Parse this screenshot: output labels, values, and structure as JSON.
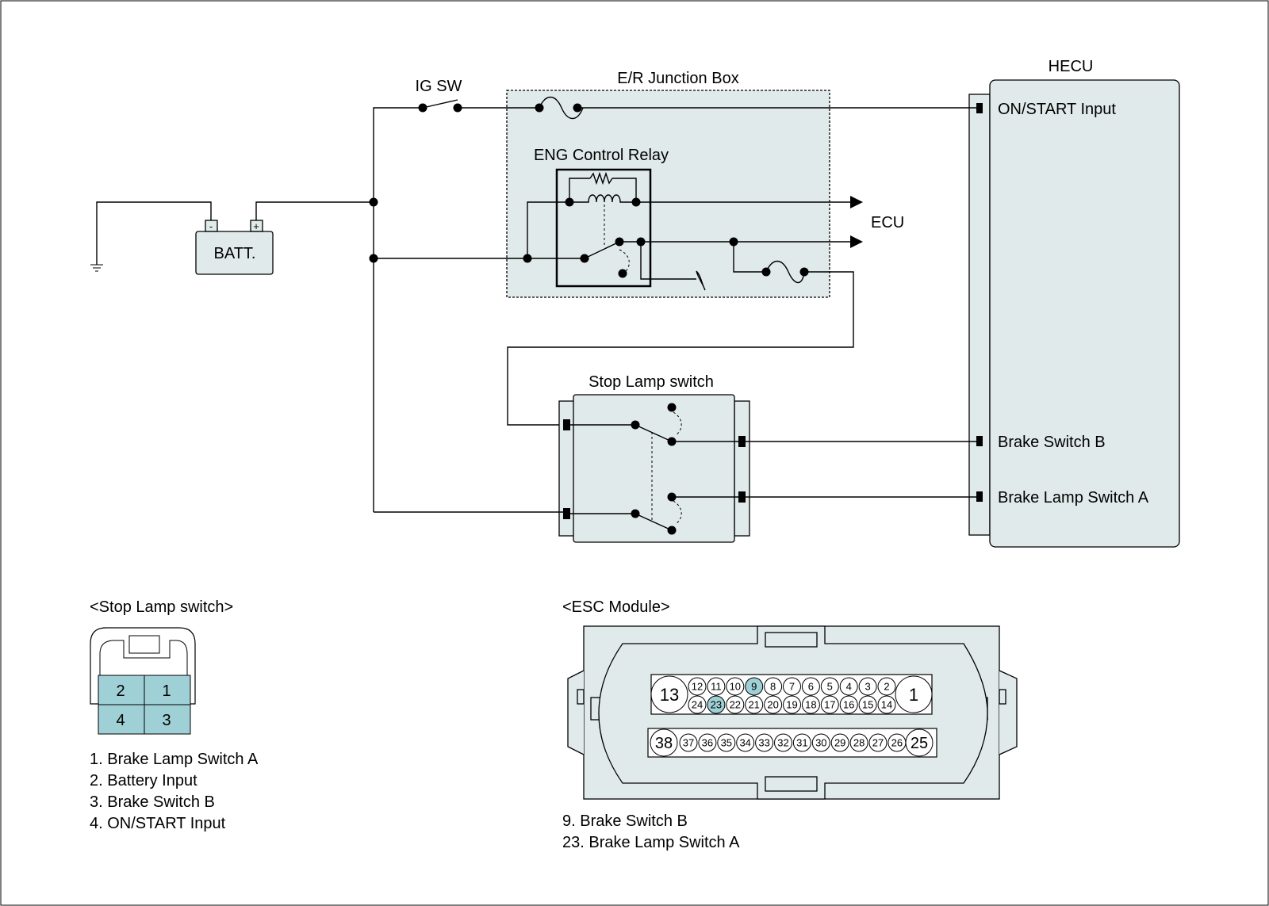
{
  "colors": {
    "panel": "#e1eaea",
    "pin_highlight": "#9fd0d6",
    "line": "#000000"
  },
  "labels": {
    "ig_sw": "IG SW",
    "junction_box": "E/R Junction Box",
    "hecu": "HECU",
    "relay": "ENG Control Relay",
    "ecu": "ECU",
    "battery": "BATT.",
    "battery_neg": "-",
    "battery_pos": "+",
    "stop_lamp_switch": "Stop Lamp switch"
  },
  "hecu_pins": {
    "on_start": "ON/START Input",
    "brake_b": "Brake Switch B",
    "brake_a": "Brake Lamp Switch A"
  },
  "stop_lamp_connector": {
    "title": "<Stop Lamp switch>",
    "pins": [
      "2",
      "1",
      "4",
      "3"
    ],
    "legend": [
      "1. Brake Lamp Switch A",
      "2. Battery Input",
      "3. Brake Switch B",
      "4. ON/START Input"
    ]
  },
  "esc_module": {
    "title": "<ESC Module>",
    "row1": [
      "12",
      "11",
      "10",
      "9",
      "8",
      "7",
      "6",
      "5",
      "4",
      "3",
      "2"
    ],
    "row2": [
      "24",
      "23",
      "22",
      "21",
      "20",
      "19",
      "18",
      "17",
      "16",
      "15",
      "14"
    ],
    "row3": [
      "37",
      "36",
      "35",
      "34",
      "33",
      "32",
      "31",
      "30",
      "29",
      "28",
      "27",
      "26"
    ],
    "big_pins": {
      "left_top": "13",
      "right_top": "1",
      "left_bottom": "38",
      "right_bottom": "25"
    },
    "highlighted": [
      "9",
      "23"
    ],
    "legend": [
      "9. Brake Switch B",
      "23. Brake Lamp Switch A"
    ]
  }
}
